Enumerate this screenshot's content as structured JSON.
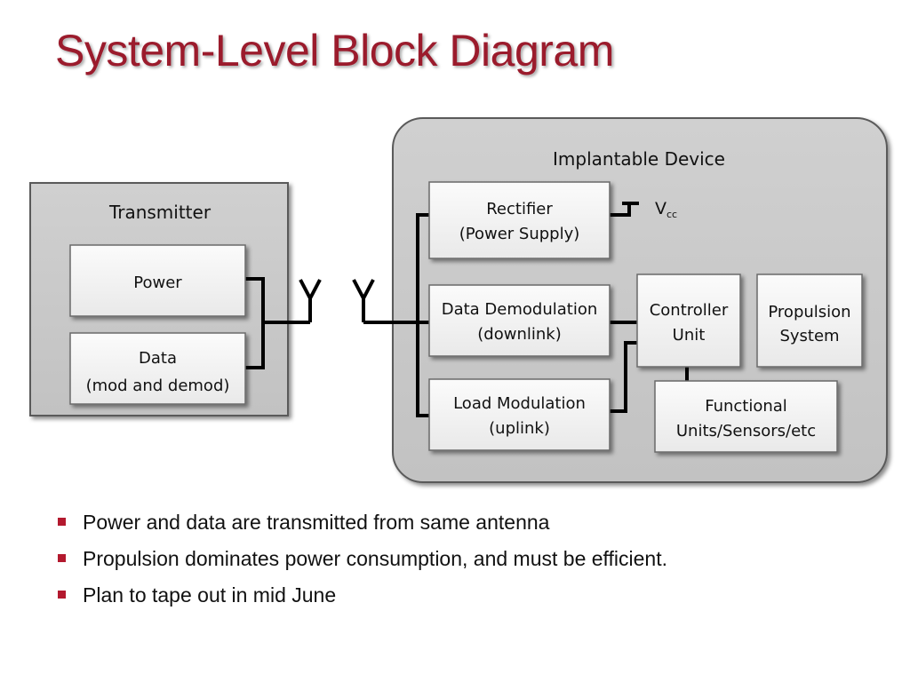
{
  "title": "System-Level Block Diagram",
  "diagram": {
    "transmitter": {
      "label": "Transmitter",
      "blocks": {
        "power": [
          "Power"
        ],
        "data": [
          "Data",
          "(mod and demod)"
        ]
      }
    },
    "implantable": {
      "label": "Implantable Device",
      "blocks": {
        "rectifier": [
          "Rectifier",
          "(Power Supply)"
        ],
        "demod": [
          "Data Demodulation",
          "(downlink)"
        ],
        "loadmod": [
          "Load Modulation",
          "(uplink)"
        ],
        "controller": [
          "Controller",
          "Unit"
        ],
        "propulsion": [
          "Propulsion",
          "System"
        ],
        "functional": [
          "Functional",
          "Units/Sensors/etc"
        ]
      },
      "vcc": {
        "main": "V",
        "sub": "cc"
      }
    }
  },
  "bullets": [
    "Power and data are transmitted from same antenna",
    "Propulsion dominates power consumption, and must be efficient.",
    "Plan to tape out in mid June"
  ],
  "colors": {
    "title": "#9b1b2c",
    "bullet_marker": "#b3192e",
    "container_fill": "#c8c8c8",
    "block_fill": "#f2f2f2"
  }
}
